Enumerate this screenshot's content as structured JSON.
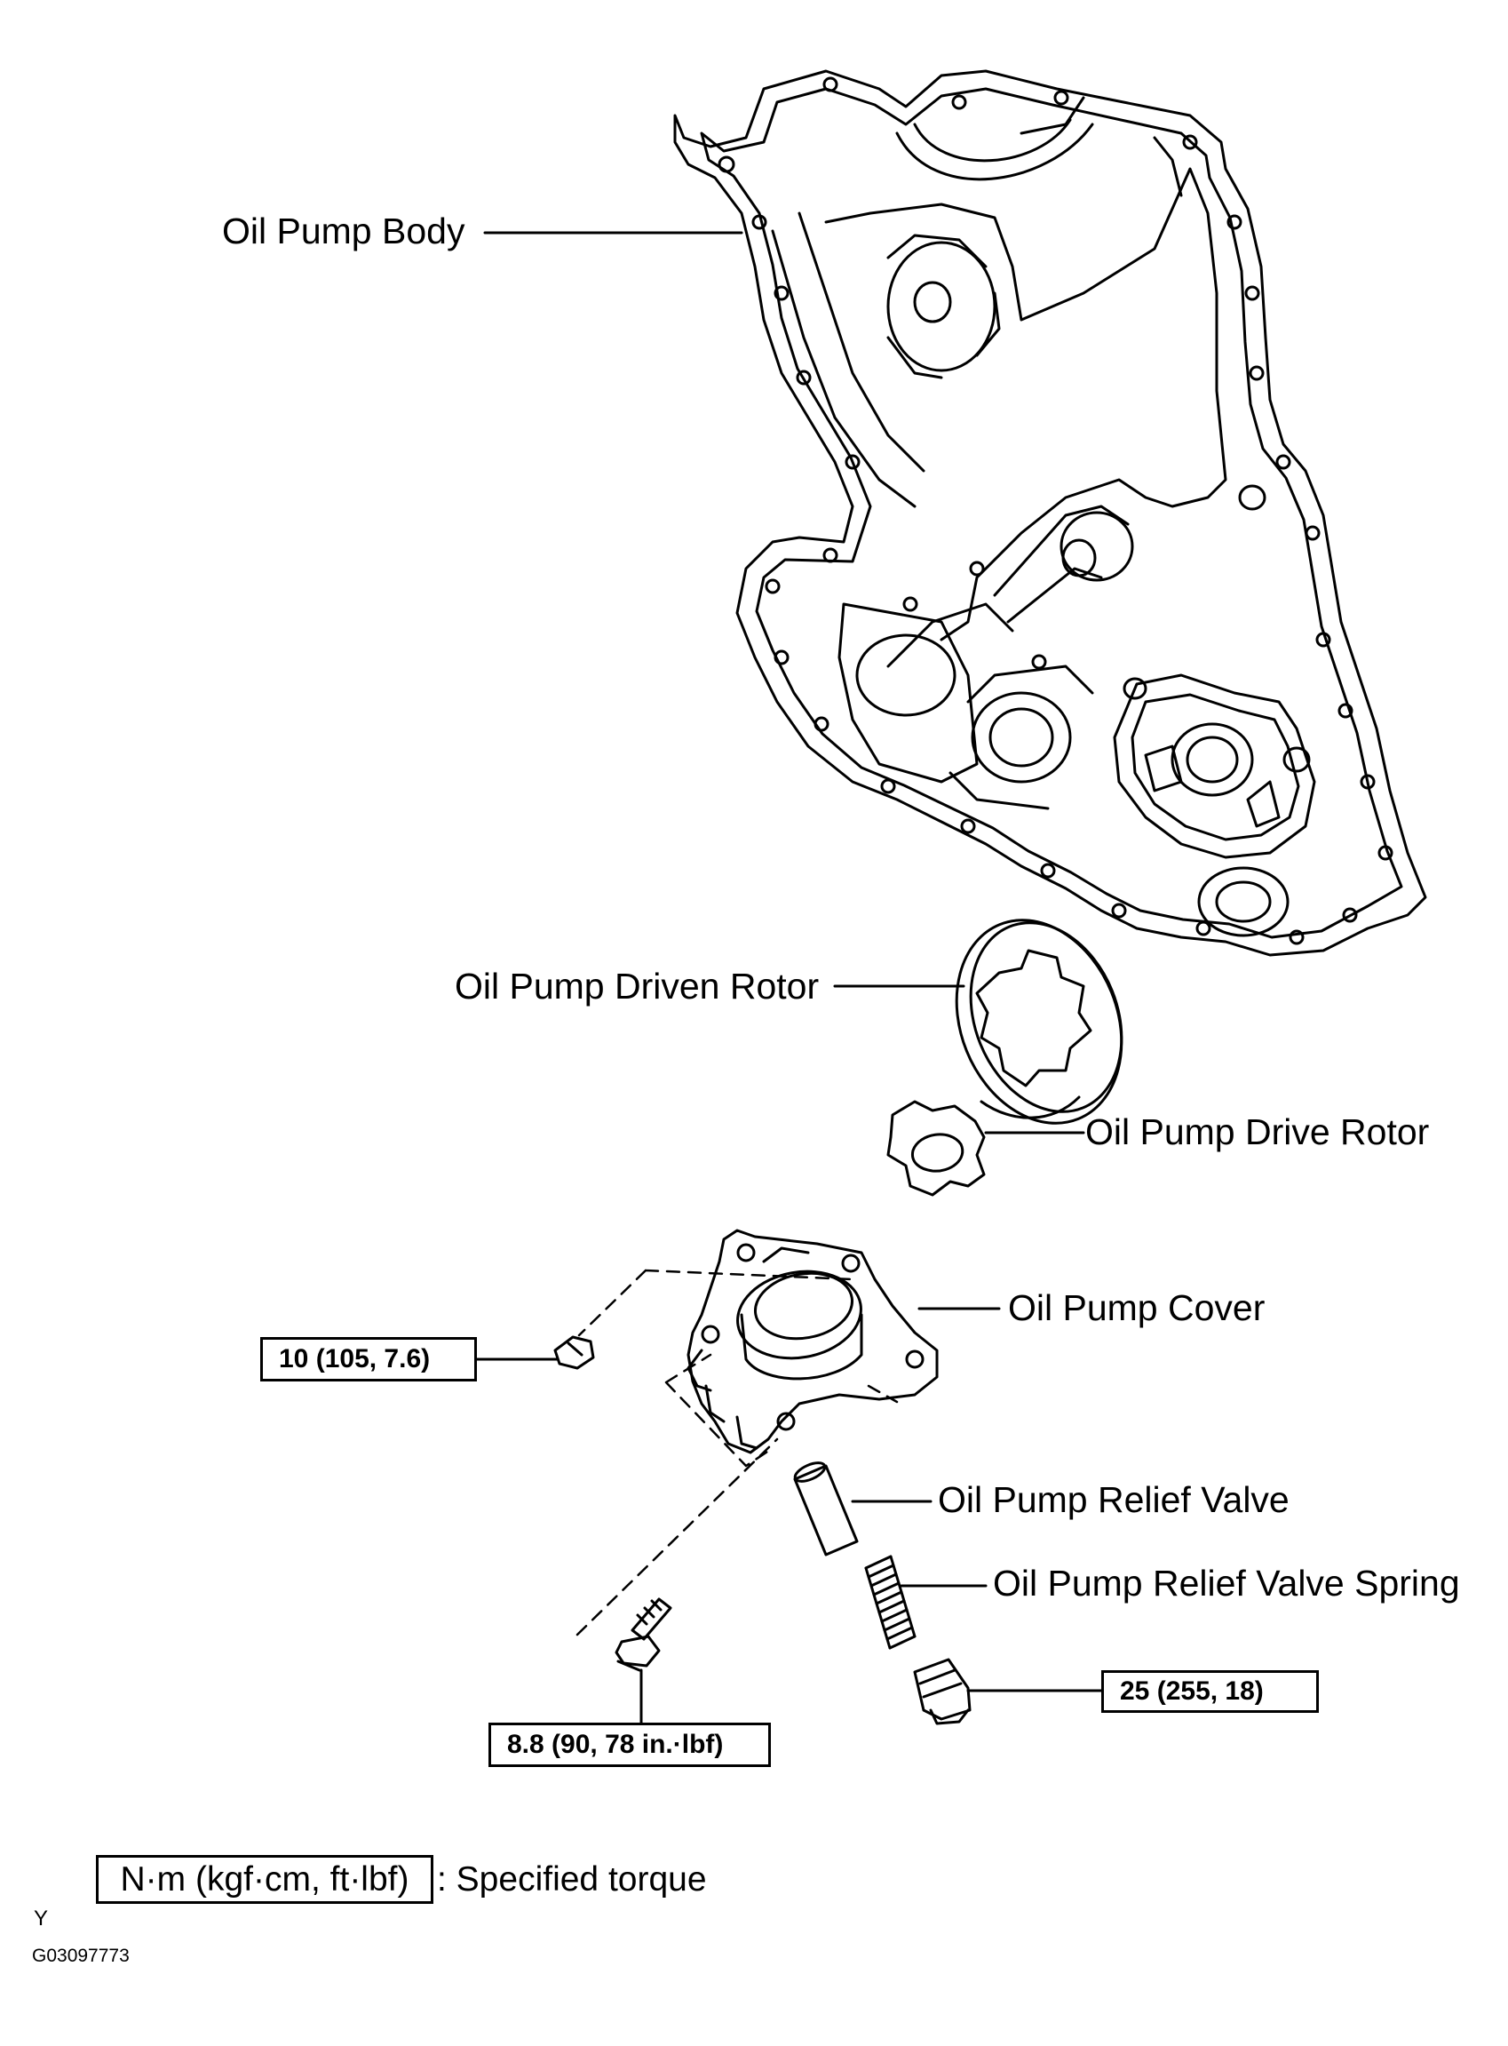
{
  "parts": {
    "oil_pump_body": "Oil Pump Body",
    "driven_rotor": "Oil Pump Driven Rotor",
    "drive_rotor": "Oil Pump Drive Rotor",
    "pump_cover": "Oil Pump Cover",
    "relief_valve": "Oil Pump Relief Valve",
    "relief_valve_spring": "Oil Pump Relief Valve Spring"
  },
  "torque": {
    "cover_bolt": "10 (105, 7.6)",
    "flange_bolt": "8.8 (90, 78 in.·lbf)",
    "relief_plug": "25 (255, 18)"
  },
  "legend": {
    "units": "N·m (kgf·cm, ft·lbf)",
    "meaning": ": Specified torque"
  },
  "corner_mark": "Y",
  "figure_id": "G03097773"
}
